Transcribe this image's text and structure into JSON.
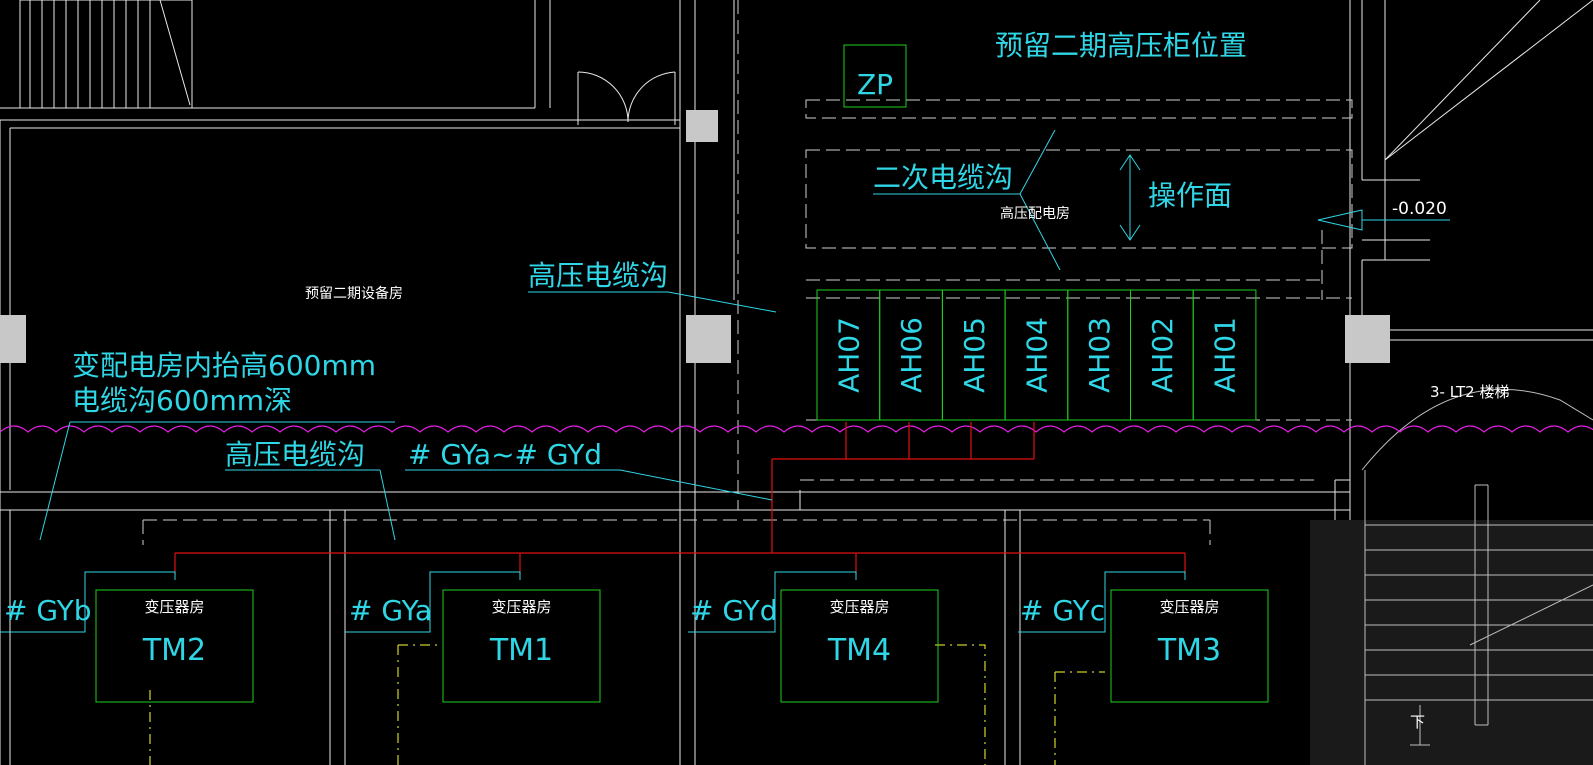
{
  "labels": {
    "reserved_cabinet": "预留二期高压柜位置",
    "zp": "ZP",
    "secondary_trench": "二次电缆沟",
    "hv_room": "高压配电房",
    "operation_face": "操作面",
    "level": "-0.020",
    "reserved_room": "预留二期设备房",
    "hv_trench_1": "高压电缆沟",
    "raise_note_1": "变配电房内抬高600mm",
    "raise_note_2": "电缆沟600mm深",
    "hv_trench_2": "高压电缆沟",
    "gy_range": "# GYa~# GYd",
    "stair": "3- LT2 楼梯",
    "stair_down": "下"
  },
  "cabinets": [
    "AH07",
    "AH06",
    "AH05",
    "AH04",
    "AH03",
    "AH02",
    "AH01"
  ],
  "transformers": [
    {
      "name": "TM2",
      "room": "变压器房",
      "feeder": "# GYb"
    },
    {
      "name": "TM1",
      "room": "变压器房",
      "feeder": "# GYa"
    },
    {
      "name": "TM4",
      "room": "变压器房",
      "feeder": "# GYd"
    },
    {
      "name": "TM3",
      "room": "变压器房",
      "feeder": "# GYc"
    }
  ],
  "colors": {
    "background": "#000000",
    "wall": "#ffffff",
    "text": "#2fd6e6",
    "equipment": "#1ecf1e",
    "cable": "#e01010",
    "cloud": "#e020e0",
    "pillar": "#c8c8c8",
    "hatch": "#ffff33"
  }
}
